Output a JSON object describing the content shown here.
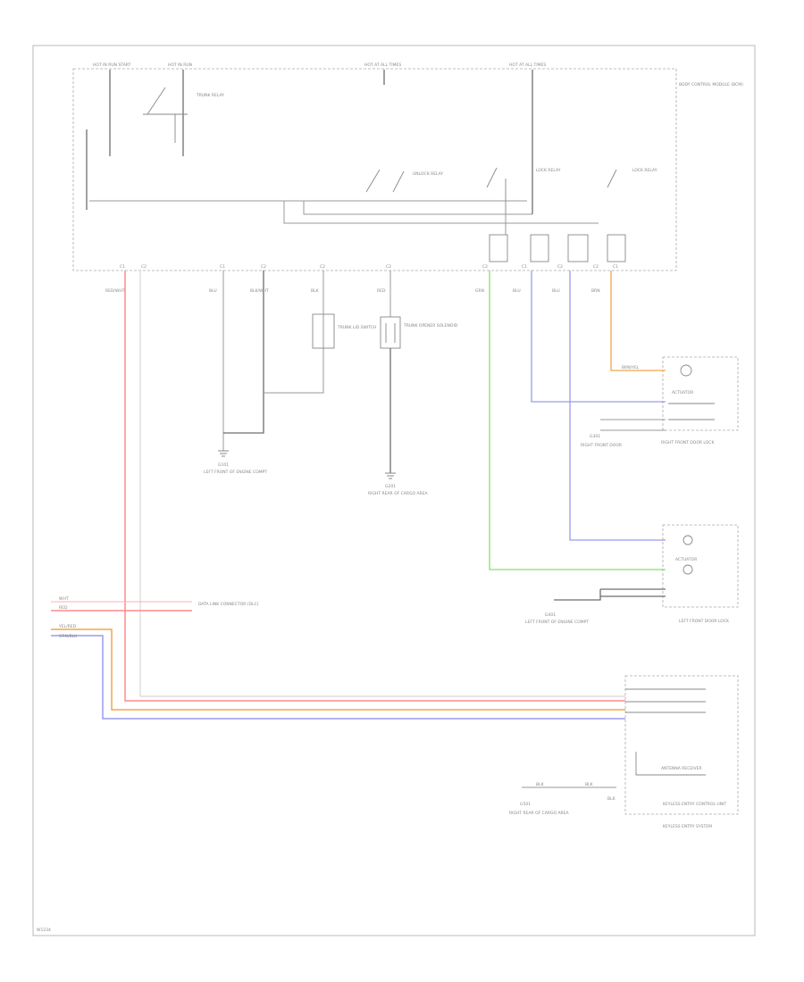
{
  "colors": {
    "red": "#ff8a8a",
    "pink": "#ffb0b0",
    "green": "#86e06a",
    "blue": "#9a9af0",
    "orange": "#f2a64a",
    "wire_gray": "#9a9a9a",
    "wire_dark": "#6e6e6e",
    "frame": "#b8b8b8"
  },
  "footer": {
    "code": "W1234"
  },
  "module": {
    "top_labels": [
      "HOT IN RUN START",
      "HOT IN RUN",
      "HOT AT ALL TIMES",
      "HOT AT ALL TIMES"
    ],
    "title": "BODY CONTROL MODULE (BCM)",
    "relays": [
      "TRUNK RELAY",
      "UNLOCK RELAY",
      "LOCK RELAY",
      "LOCK RELAY"
    ],
    "pins": [
      "C1",
      "C2",
      "C1",
      "C2",
      "C2",
      "C2",
      "C2",
      "C1",
      "C2",
      "C2",
      "C1"
    ],
    "wire_labels": [
      "RED/WHT",
      "BLU",
      "BLK/WHT",
      "BLK",
      "RED",
      "GRN",
      "BLU",
      "BLU",
      "BRN"
    ]
  },
  "left_side": {
    "ground_label": "G101",
    "ground_desc": "LEFT FRONT OF ENGINE COMPT",
    "switch_label": "TRUNK LID SWITCH"
  },
  "center": {
    "relay_label": "TRUNK OPENER SOLENOID",
    "ground_label": "G201",
    "ground_desc": "RIGHT REAR OF CARGO AREA"
  },
  "right_front": {
    "title": "RIGHT FRONT DOOR LOCK",
    "wire_label": "BRN/YEL",
    "motor_label": "ACTUATOR",
    "ground_label": "G301",
    "ground_desc": "RIGHT FRONT DOOR"
  },
  "left_front": {
    "title": "LEFT FRONT DOOR LOCK",
    "motor_label": "ACTUATOR",
    "ground_label": "G401",
    "ground_desc": "LEFT FRONT OF ENGINE COMPT"
  },
  "data_bus": {
    "labels": [
      "WHT",
      "RED",
      "YEL/RED",
      "GRN/BLU"
    ],
    "dest": "DATA LINK CONNECTOR (DLC)"
  },
  "keyless": {
    "title": "KEYLESS ENTRY CONTROL UNIT",
    "inner": "ANTENNA RECEIVER",
    "ground_label": "G501",
    "ground_desc": "RIGHT REAR OF CARGO AREA",
    "caption": "KEYLESS ENTRY SYSTEM",
    "wire_labels": [
      "BLK",
      "BLK",
      "BLK"
    ]
  }
}
